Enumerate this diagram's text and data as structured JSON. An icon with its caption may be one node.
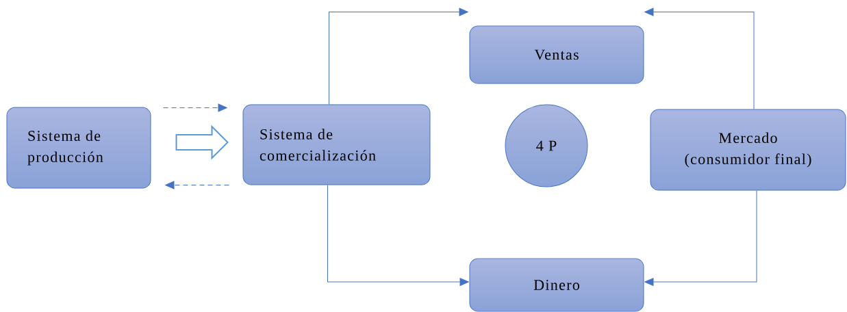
{
  "diagram": {
    "nodes": [
      {
        "text": [
          "Sistema de producción"
        ]
      },
      {
        "text": [
          "Sistema de comercialización"
        ]
      },
      {
        "text": [
          "Ventas"
        ]
      },
      {
        "text": [
          "4 P"
        ]
      },
      {
        "text": [
          "Mercado (consumidor final)"
        ]
      },
      {
        "text": [
          "Dinero"
        ]
      }
    ],
    "edges": [
      {
        "from": 0,
        "to": 1,
        "arrow": "to",
        "style": "dashed"
      },
      {
        "from": 0,
        "to": 1,
        "arrow": "to",
        "style": "thick",
        "color": "#5b9bd5"
      },
      {
        "from": 1,
        "to": 0,
        "arrow": "to",
        "style": "dashed"
      },
      {
        "from": 1,
        "to": 2,
        "arrow": "to"
      },
      {
        "from": 4,
        "to": 2,
        "arrow": "to"
      },
      {
        "from": 1,
        "to": 5,
        "arrow": "to"
      },
      {
        "from": 4,
        "to": 5,
        "arrow": "to"
      }
    ]
  }
}
